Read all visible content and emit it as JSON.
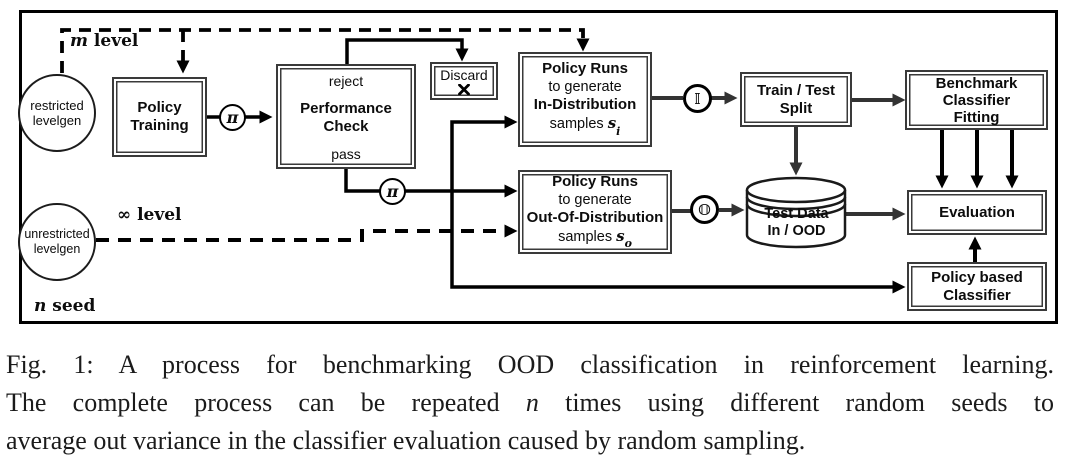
{
  "labels": {
    "m_var": "m",
    "m_text": " level",
    "inf_var": "∞",
    "inf_text": " level",
    "seed_var": "n",
    "seed_text": " seed",
    "reject": "reject",
    "pass": "pass",
    "pi1": "π",
    "pi2": "π",
    "in_dist_symbol": "𝕀",
    "out_dist_symbol": "𝕆",
    "discard_icon": "x-mark-icon"
  },
  "nodes": {
    "restricted": {
      "l1": "restricted",
      "l2": "levelgen"
    },
    "unrestricted": {
      "l1": "unrestricted",
      "l2": "levelgen"
    },
    "policy_training": {
      "l1": "Policy",
      "l2": "Training"
    },
    "performance_check": {
      "l1": "Performance",
      "l2": "Check"
    },
    "discard": {
      "label": "Discard"
    },
    "policy_runs_id": {
      "l1": "Policy Runs",
      "l2": "to generate",
      "l3": "In-Distribution",
      "l4": "samples ",
      "sym": "s",
      "sub": "i"
    },
    "policy_runs_ood": {
      "l1": "Policy Runs",
      "l2": "to generate",
      "l3": "Out-Of-Distribution",
      "l4": "samples ",
      "sym": "s",
      "sub": "o"
    },
    "train_test_split": {
      "l1": "Train / Test",
      "l2": "Split"
    },
    "benchmark_fitting": {
      "l1": "Benchmark",
      "l2": "Classifier",
      "l3": "Fitting"
    },
    "test_data": {
      "l1": "Test Data",
      "l2": "In / OOD"
    },
    "evaluation": {
      "label": "Evaluation"
    },
    "policy_classifier": {
      "l1": "Policy based",
      "l2": "Classifier"
    }
  },
  "caption": {
    "l1": "Fig. 1: A process for benchmarking OOD classification in reinforcement learning.",
    "l2a": "The complete process can be repeated ",
    "l2_var": "n",
    "l2b": " times using different random seeds to",
    "l3": "average out variance in the classifier evaluation caused by random sampling."
  },
  "colors": {
    "line_black": "#000000",
    "arrow_gray": "#333333",
    "box_border": "#3a3a3a",
    "text": "#0c0c0c"
  }
}
